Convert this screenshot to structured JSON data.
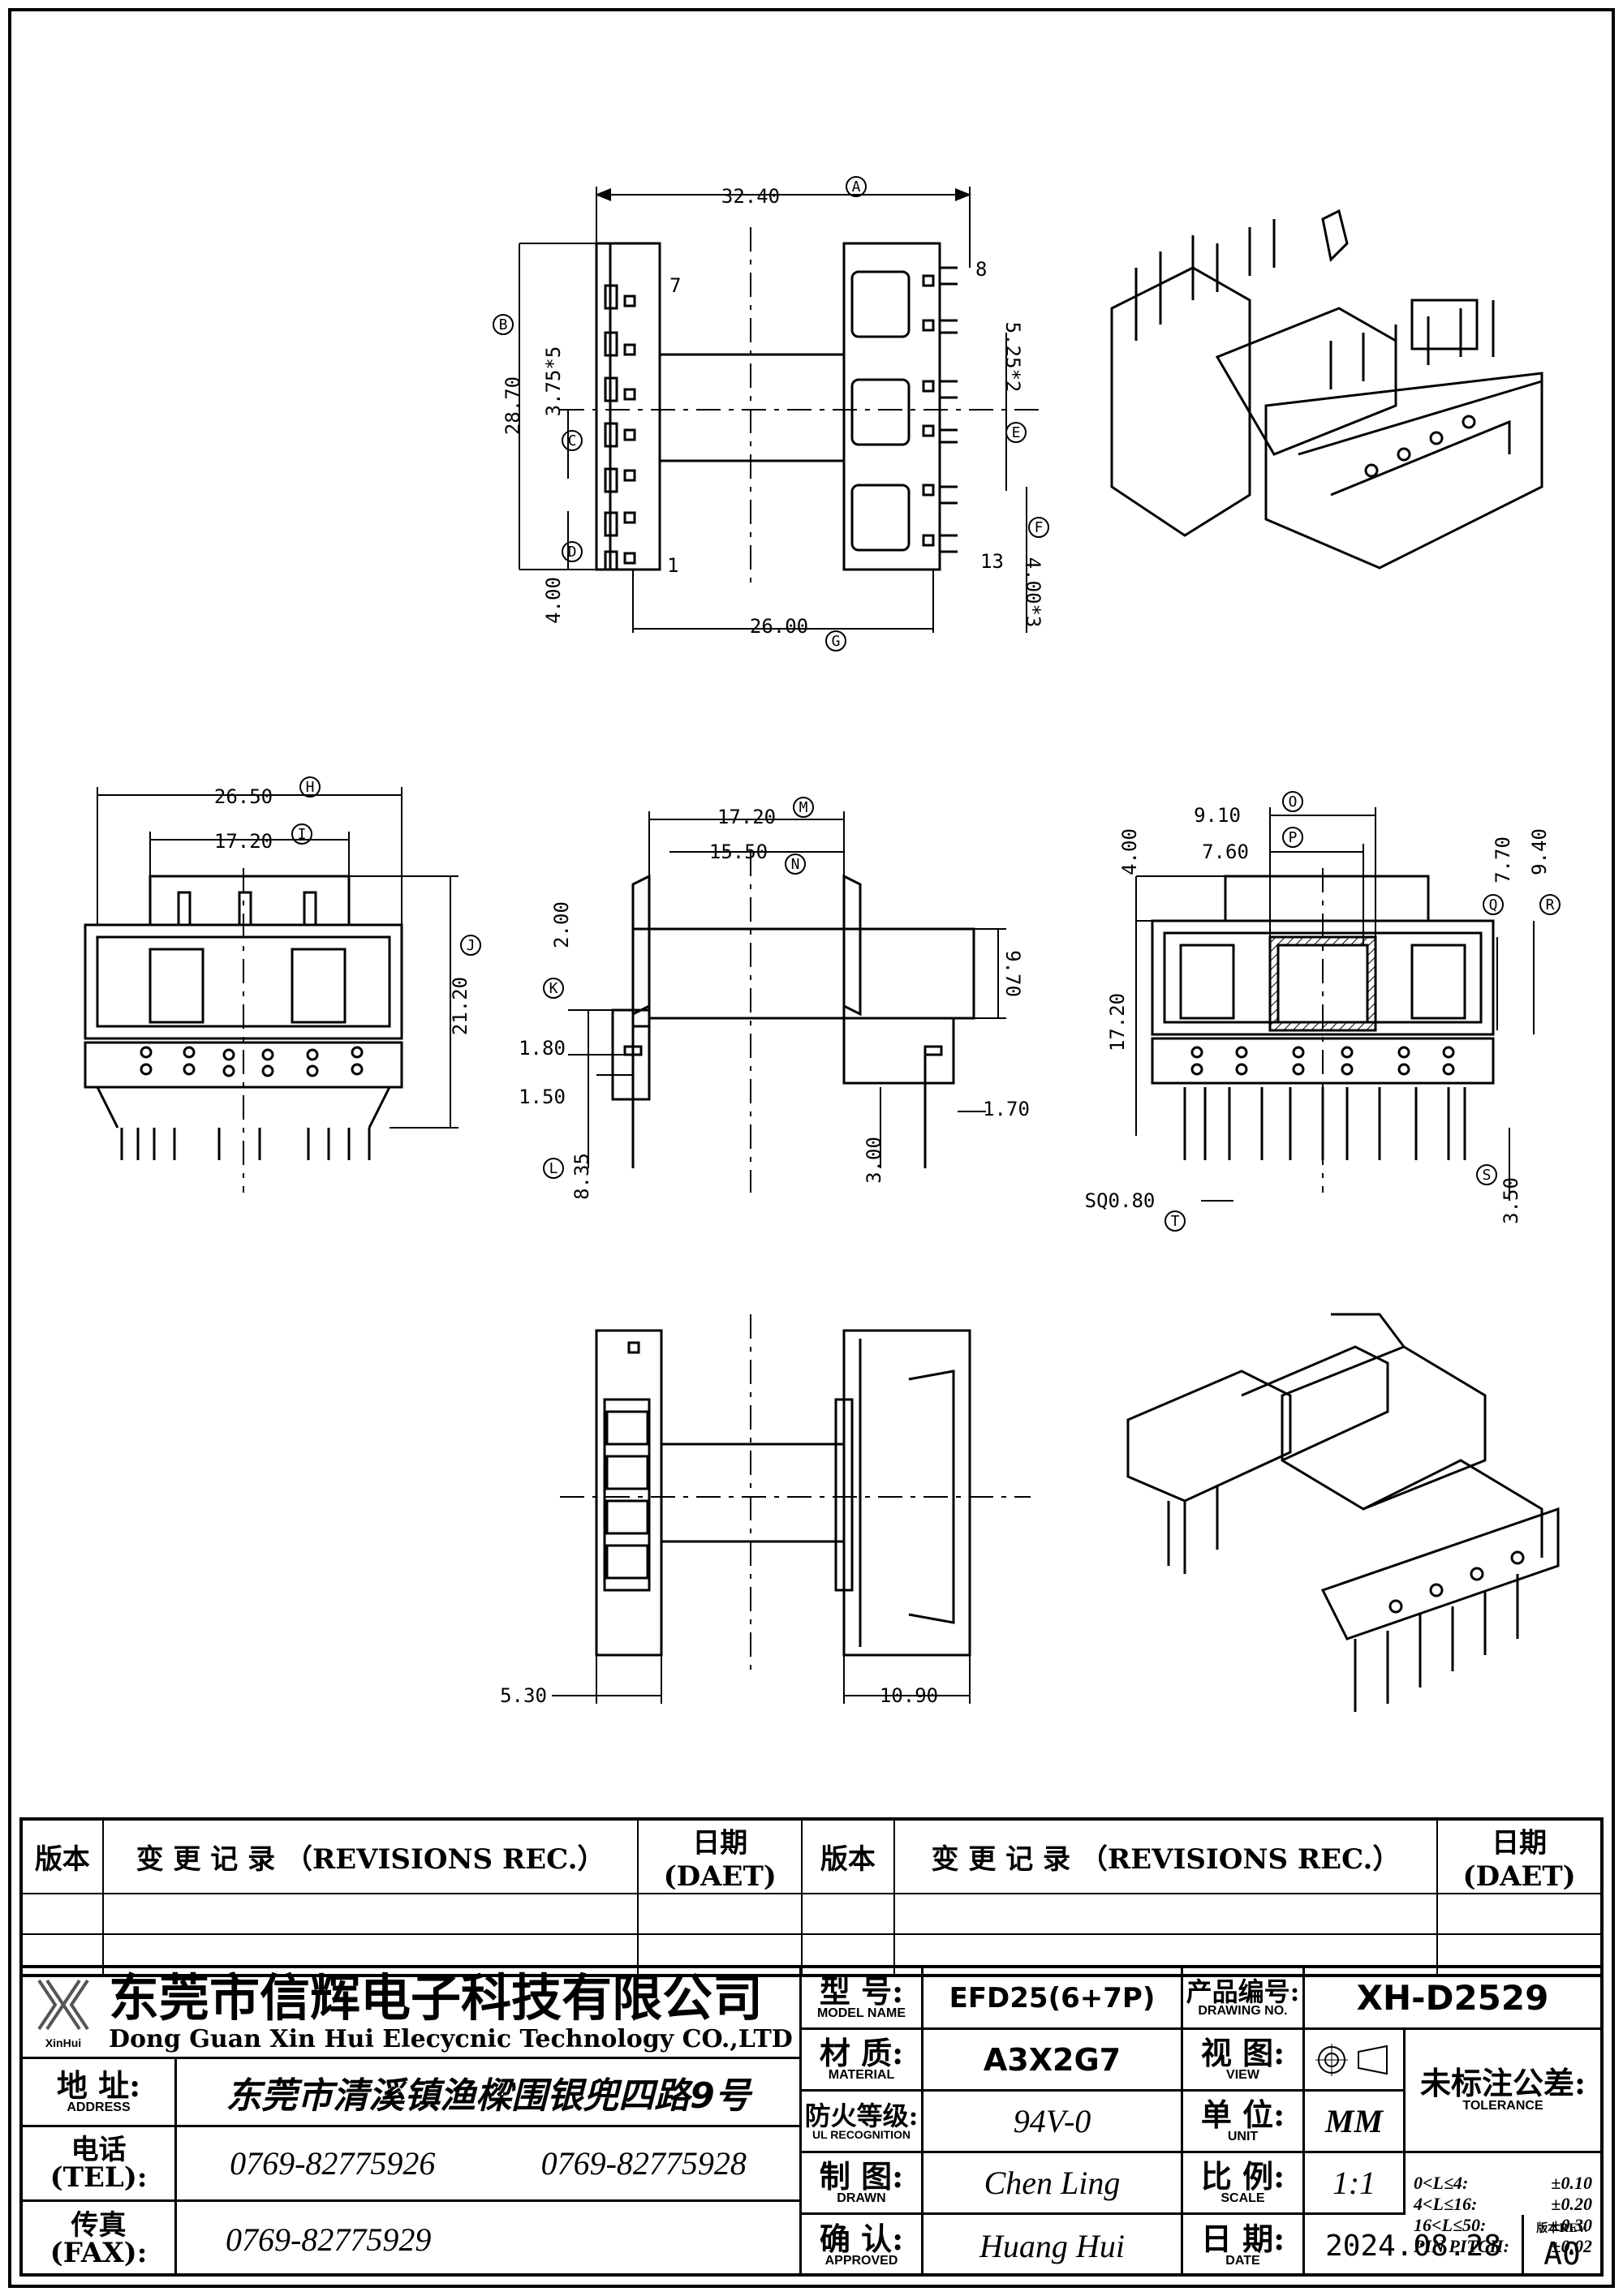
{
  "dims": {
    "A": "32.40",
    "B": "28.70",
    "C": "3.75*5",
    "D": "4.00",
    "E": "5.25*2",
    "F": "4.00*3",
    "G": "26.00",
    "H": "26.50",
    "I": "17.20",
    "J": "21.20",
    "K": "2.00",
    "L": "8.35",
    "M": "17.20",
    "N": "15.50",
    "h970": "9.70",
    "h180": "1.80",
    "h150": "1.50",
    "h300": "3.00",
    "h170": "1.70",
    "O": "9.10",
    "P": "7.60",
    "Q": "7.70",
    "R": "9.40",
    "h400": "4.00",
    "h1720": "17.20",
    "S": "3.50",
    "T": "SQ0.80",
    "w530": "5.30",
    "w1090": "10.90"
  },
  "callouts": [
    "A",
    "B",
    "C",
    "D",
    "E",
    "F",
    "G",
    "H",
    "I",
    "J",
    "K",
    "L",
    "M",
    "N",
    "O",
    "P",
    "Q",
    "R",
    "S",
    "T"
  ],
  "pins": {
    "p7": "7",
    "p8": "8",
    "p1": "1",
    "p13": "13"
  },
  "revisions": {
    "col_version": "版本",
    "col_changes": "变 更 记 录 （REVISIONS REC.）",
    "col_date": "日期(DAET)"
  },
  "company": {
    "logo_text": "XinHui",
    "name_cn": "东莞市信辉电子科技有限公司",
    "name_en": "Dong Guan Xin Hui Elecycnic Technology CO.,LTD"
  },
  "address": {
    "label": "地  址:",
    "sub": "ADDRESS",
    "value": "东莞市清溪镇渔樑围银兜四路9号"
  },
  "tel": {
    "label": "电话(TEL):",
    "value1": "0769-82775926",
    "value2": "0769-82775928"
  },
  "fax": {
    "label": "传真(FAX):",
    "value": "0769-82775929"
  },
  "model": {
    "label": "型  号:",
    "sub": "MODEL NAME",
    "value": "EFD25(6+7P)"
  },
  "material": {
    "label": "材  质:",
    "sub": "MATERIAL",
    "value": "A3X2G7"
  },
  "flame": {
    "label": "防火等级:",
    "sub": "UL RECOGNITION",
    "value": "94V-0"
  },
  "drawn": {
    "label": "制  图:",
    "sub": "DRAWN",
    "value": "Chen Ling"
  },
  "approved": {
    "label": "确  认:",
    "sub": "APPROVED",
    "value": "Huang Hui"
  },
  "drawing_no": {
    "label": "产品编号:",
    "sub": "DRAWING NO.",
    "value": "XH-D2529"
  },
  "view": {
    "label": "视  图:",
    "sub": "VIEW"
  },
  "unit": {
    "label": "单  位:",
    "sub": "UNIT",
    "value": "MM"
  },
  "scale": {
    "label": "比  例:",
    "sub": "SCALE",
    "value": "1:1"
  },
  "date": {
    "label": "日  期:",
    "sub": "DATE",
    "value": "2024.08.28"
  },
  "revision": {
    "label": "版本REV.",
    "value": "A0"
  },
  "tolerance": {
    "label": "未标注公差:",
    "sub": "TOLERANCE",
    "rows": [
      {
        "range": "0<L≤4:",
        "value": "±0.10"
      },
      {
        "range": "4<L≤16:",
        "value": "±0.20"
      },
      {
        "range": "16<L≤50:",
        "value": "±0.30"
      },
      {
        "range": "PIN PITCH:",
        "value": "±0.02"
      }
    ]
  }
}
